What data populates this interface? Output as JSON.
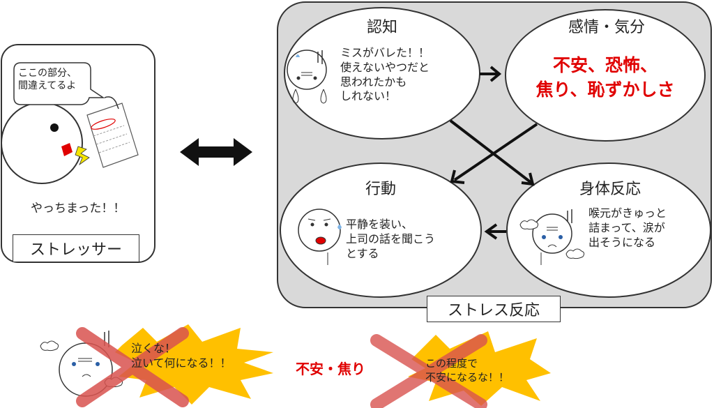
{
  "stressor": {
    "speech": "ここの部分、\n間違えてるよ",
    "exclaim": "やっちまった！！",
    "label": "ストレッサー"
  },
  "stress_response": {
    "label": "ストレス反応",
    "cognition": {
      "title": "認知",
      "text": "ミスがバレた！！\n使えないやつだと\n思われたかも\nしれない！"
    },
    "emotion": {
      "title": "感情・気分",
      "text": "不安、恐怖、\n焦り、恥ずかしさ"
    },
    "behavior": {
      "title": "行動",
      "text": "平静を装い、\n上司の話を聞こう\nとする"
    },
    "body": {
      "title": "身体反応",
      "text": "喉元がきゅっと\n詰まって、涙が\n出そうになる"
    }
  },
  "bottom": {
    "left_burst": "泣くな！\n泣いて何になる！！",
    "middle_label": "不安・焦り",
    "right_burst": "この程度で\n不安になるな！！"
  },
  "colors": {
    "panel": "#d9d9d9",
    "alert_red": "#e00000",
    "burst_yellow": "#ffc000",
    "cross_red": "#d9534f",
    "cheek_tear": "#7fb4e6"
  }
}
